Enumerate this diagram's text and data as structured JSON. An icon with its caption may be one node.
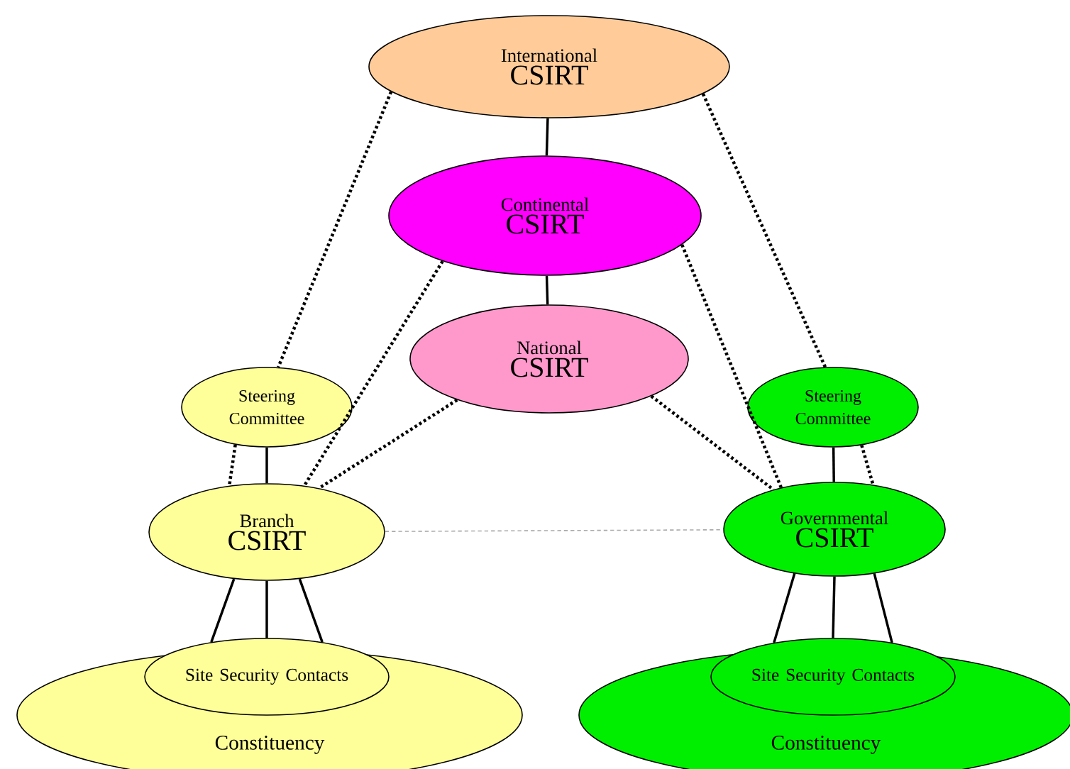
{
  "diagram": {
    "nodes": [
      {
        "text": [
          "International",
          "CSIRT"
        ]
      },
      {
        "text": [
          "Continental",
          "CSIRT"
        ]
      },
      {
        "text": [
          "National",
          "CSIRT"
        ]
      },
      {
        "text": [
          "Steering Committee"
        ]
      },
      {
        "text": [
          "Steering Committee"
        ]
      },
      {
        "text": [
          "Branch",
          "CSIRT"
        ]
      },
      {
        "text": [
          "Governmental",
          "CSIRT"
        ]
      },
      {
        "text": [
          "Constituency"
        ]
      },
      {
        "text": [
          "Site Security Contacts"
        ]
      },
      {
        "text": [
          "Constituency"
        ]
      },
      {
        "text": [
          "Site Security Contacts"
        ]
      }
    ],
    "edges": [
      {
        "from": 0,
        "to": 1,
        "arrow": "none"
      },
      {
        "from": 1,
        "to": 2,
        "arrow": "none"
      },
      {
        "from": 0,
        "to": 3,
        "arrow": "none",
        "style": "dashed"
      },
      {
        "from": 3,
        "to": 5,
        "arrow": "none",
        "style": "dashed"
      },
      {
        "from": 3,
        "to": 5,
        "arrow": "none"
      },
      {
        "from": 1,
        "to": 5,
        "arrow": "none",
        "style": "dashed"
      },
      {
        "from": 2,
        "to": 5,
        "arrow": "none",
        "style": "dashed"
      },
      {
        "from": 0,
        "to": 4,
        "arrow": "none",
        "style": "dashed"
      },
      {
        "from": 4,
        "to": 6,
        "arrow": "none",
        "style": "dashed"
      },
      {
        "from": 4,
        "to": 6,
        "arrow": "none"
      },
      {
        "from": 1,
        "to": 6,
        "arrow": "none",
        "style": "dashed"
      },
      {
        "from": 2,
        "to": 6,
        "arrow": "none",
        "style": "dashed"
      },
      {
        "from": 5,
        "to": 6,
        "arrow": "none",
        "style": "dashed",
        "color": "#aaaaaa"
      },
      {
        "from": 5,
        "to": 8,
        "arrow": "none"
      },
      {
        "from": 5,
        "to": 8,
        "arrow": "none"
      },
      {
        "from": 5,
        "to": 8,
        "arrow": "none"
      },
      {
        "from": 6,
        "to": 10,
        "arrow": "none"
      },
      {
        "from": 6,
        "to": 10,
        "arrow": "none"
      },
      {
        "from": 6,
        "to": 10,
        "arrow": "none"
      }
    ]
  }
}
